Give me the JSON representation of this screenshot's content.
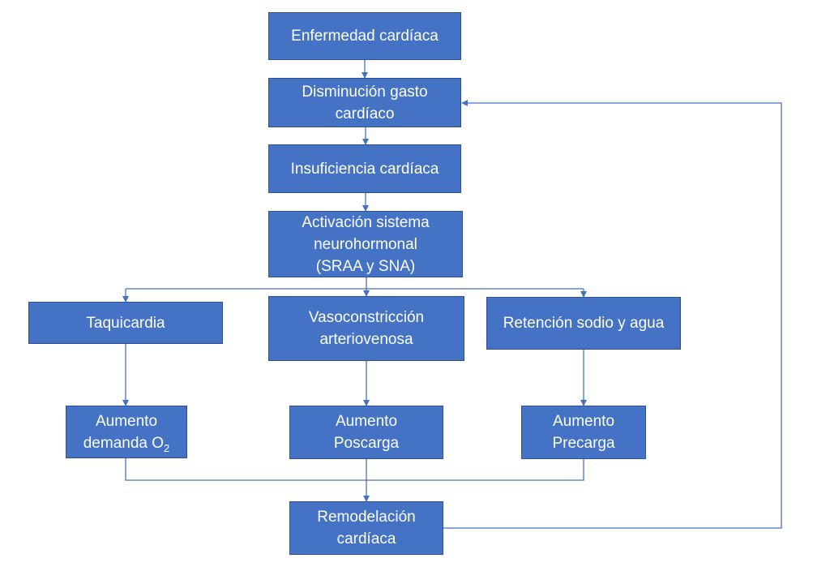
{
  "colors": {
    "box_fill": "#4472c4",
    "box_border": "#2f528f",
    "connector": "#4472c4",
    "text": "#ffffff"
  },
  "nodes": {
    "enfermedad": {
      "lines": [
        "Enfermedad cardíaca"
      ]
    },
    "disminucion": {
      "lines": [
        "Disminución gasto",
        "cardíaco"
      ]
    },
    "insuficiencia": {
      "lines": [
        "Insuficiencia cardíaca"
      ]
    },
    "activacion": {
      "lines": [
        "Activación sistema",
        "neurohormonal",
        "(SRAA y SNA)"
      ]
    },
    "taquicardia": {
      "lines": [
        "Taquicardia"
      ]
    },
    "vasoconstriccion": {
      "lines": [
        "Vasoconstricción",
        "arteriovenosa"
      ]
    },
    "retencion": {
      "lines": [
        "Retención sodio y agua"
      ]
    },
    "demanda": {
      "line1": "Aumento",
      "line2_text": "demanda O",
      "line2_sub": "2"
    },
    "poscarga": {
      "lines": [
        "Aumento",
        "Poscarga"
      ]
    },
    "precarga": {
      "lines": [
        "Aumento",
        "Precarga"
      ]
    },
    "remodelacion": {
      "lines": [
        "Remodelación",
        "cardíaca"
      ]
    }
  }
}
